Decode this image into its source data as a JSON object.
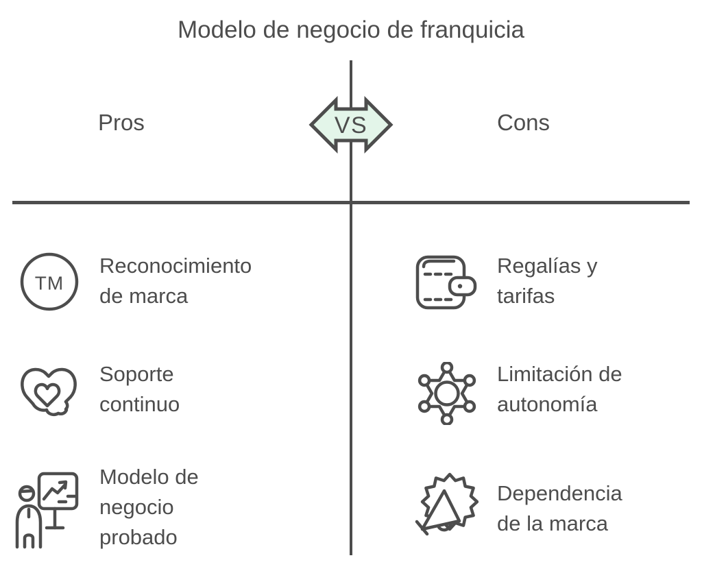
{
  "colors": {
    "ink": "#4d4d4d",
    "badge_fill": "#e3f5e9",
    "background": "#ffffff"
  },
  "title": "Modelo de negocio de franquicia",
  "vs_label": "VS",
  "icons": {
    "trademark_text": "TM"
  },
  "columns": {
    "pros": {
      "header": "Pros",
      "items": [
        {
          "icon": "trademark-icon",
          "lines": [
            "Reconocimiento",
            "de marca"
          ]
        },
        {
          "icon": "hands-heart-icon",
          "lines": [
            "Soporte",
            "continuo"
          ]
        },
        {
          "icon": "presentation-icon",
          "lines": [
            "Modelo de",
            "negocio",
            "probado"
          ]
        }
      ]
    },
    "cons": {
      "header": "Cons",
      "items": [
        {
          "icon": "wallet-icon",
          "lines": [
            "Regalías y",
            "tarifas"
          ]
        },
        {
          "icon": "sheriff-badge-icon",
          "lines": [
            "Limitación de",
            "autonomía"
          ]
        },
        {
          "icon": "megaphone-burst-icon",
          "lines": [
            "Dependencia",
            "de la marca"
          ]
        }
      ]
    }
  }
}
